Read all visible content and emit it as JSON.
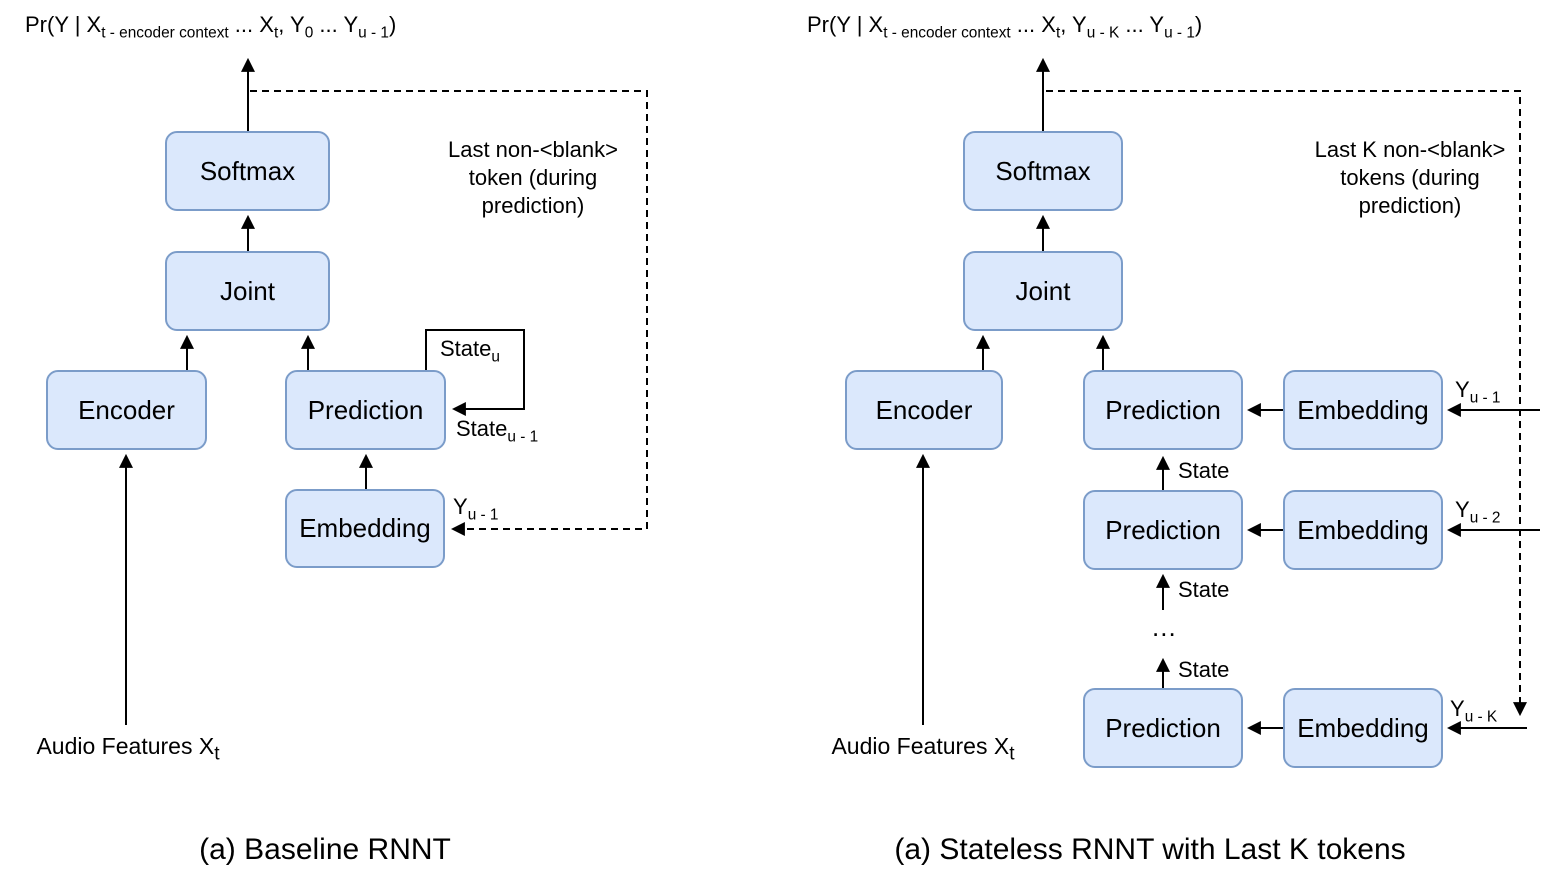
{
  "colors": {
    "box_fill": "#dbe8fc",
    "box_stroke": "#7b9cc9",
    "line": "#000000",
    "text": "#000000"
  },
  "labels": {
    "softmax": "Softmax",
    "joint": "Joint",
    "encoder": "Encoder",
    "prediction": "Prediction",
    "embedding": "Embedding",
    "state": "State",
    "ellipsis": "..."
  },
  "left": {
    "formula": {
      "p1": "Pr(Y | X",
      "s1": "t - encoder context",
      "p2": " ... X",
      "s2": "t",
      "p3": ", Y",
      "s3": "0",
      "p4": " ... Y",
      "s4": "u - 1",
      "p5": ")"
    },
    "annotation": {
      "line1": "Last non-<blank>",
      "line2": "token (during",
      "line3": "prediction)"
    },
    "state_u": {
      "p": "State",
      "s": "u"
    },
    "state_u_minus_1": {
      "p": "State",
      "s": "u - 1"
    },
    "y_u_minus_1": {
      "p": "Y",
      "s": "u - 1"
    },
    "audio": {
      "p": "Audio Features X",
      "s": "t"
    },
    "caption": "(a) Baseline RNNT"
  },
  "right": {
    "formula": {
      "p1": "Pr(Y | X",
      "s1": "t - encoder context",
      "p2": " ... X",
      "s2": "t",
      "p3": ", Y",
      "s3": "u - K",
      "p4": " ... Y",
      "s4": "u - 1",
      "p5": ")"
    },
    "annotation": {
      "line1": "Last K non-<blank>",
      "line2": "tokens (during",
      "line3": "prediction)"
    },
    "y_u_minus_1": {
      "p": "Y",
      "s": "u - 1"
    },
    "y_u_minus_2": {
      "p": "Y",
      "s": "u - 2"
    },
    "y_u_minus_k": {
      "p": "Y",
      "s": "u - K"
    },
    "audio": {
      "p": "Audio Features X",
      "s": "t"
    },
    "caption": "(a) Stateless RNNT with Last K tokens"
  }
}
